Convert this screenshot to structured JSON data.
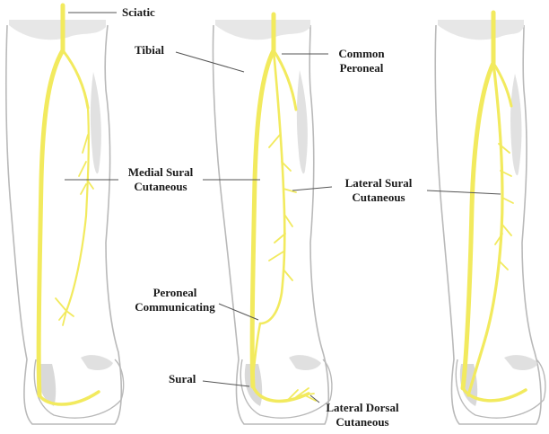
{
  "labels": {
    "sciatic": "Sciatic",
    "tibial": "Tibial",
    "common_peroneal": [
      "Common",
      "Peroneal"
    ],
    "medial_sural_cutaneous": [
      "Medial Sural",
      "Cutaneous"
    ],
    "lateral_sural_cutaneous": [
      "Lateral Sural",
      "Cutaneous"
    ],
    "peroneal_communicating": [
      "Peroneal",
      "Communicating"
    ],
    "sural": "Sural",
    "lateral_dorsal_cutaneous": [
      "Lateral Dorsal",
      "Cutaneous"
    ]
  },
  "colors": {
    "nerve": "#f2ea5e",
    "nerve_edge": "#d6c93c",
    "skin_outline": "#b9b9b9",
    "shading": "#c9c9c9",
    "leader": "#555555"
  }
}
